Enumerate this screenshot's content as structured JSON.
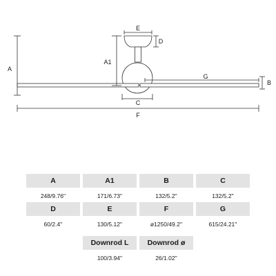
{
  "drawing": {
    "labels": {
      "A": "A",
      "A1": "A1",
      "B": "B",
      "C": "C",
      "D": "D",
      "E": "E",
      "F": "F",
      "G": "G"
    }
  },
  "table": {
    "rows": [
      [
        {
          "key": "A",
          "value": "248/9.76''"
        },
        {
          "key": "A1",
          "value": "171/6.73''"
        },
        {
          "key": "B",
          "value": "132/5.2''"
        },
        {
          "key": "C",
          "value": "132/5.2''"
        }
      ],
      [
        {
          "key": "D",
          "value": "60/2.4''"
        },
        {
          "key": "E",
          "value": "130/5.12''"
        },
        {
          "key": "F",
          "value": "ø1250/49.2''"
        },
        {
          "key": "G",
          "value": "615/24.21''"
        }
      ],
      [
        {
          "key": "Downrod L",
          "value": "100/3.94''"
        },
        {
          "key": "Downrod ø",
          "value": "26/1.02''"
        }
      ]
    ]
  }
}
